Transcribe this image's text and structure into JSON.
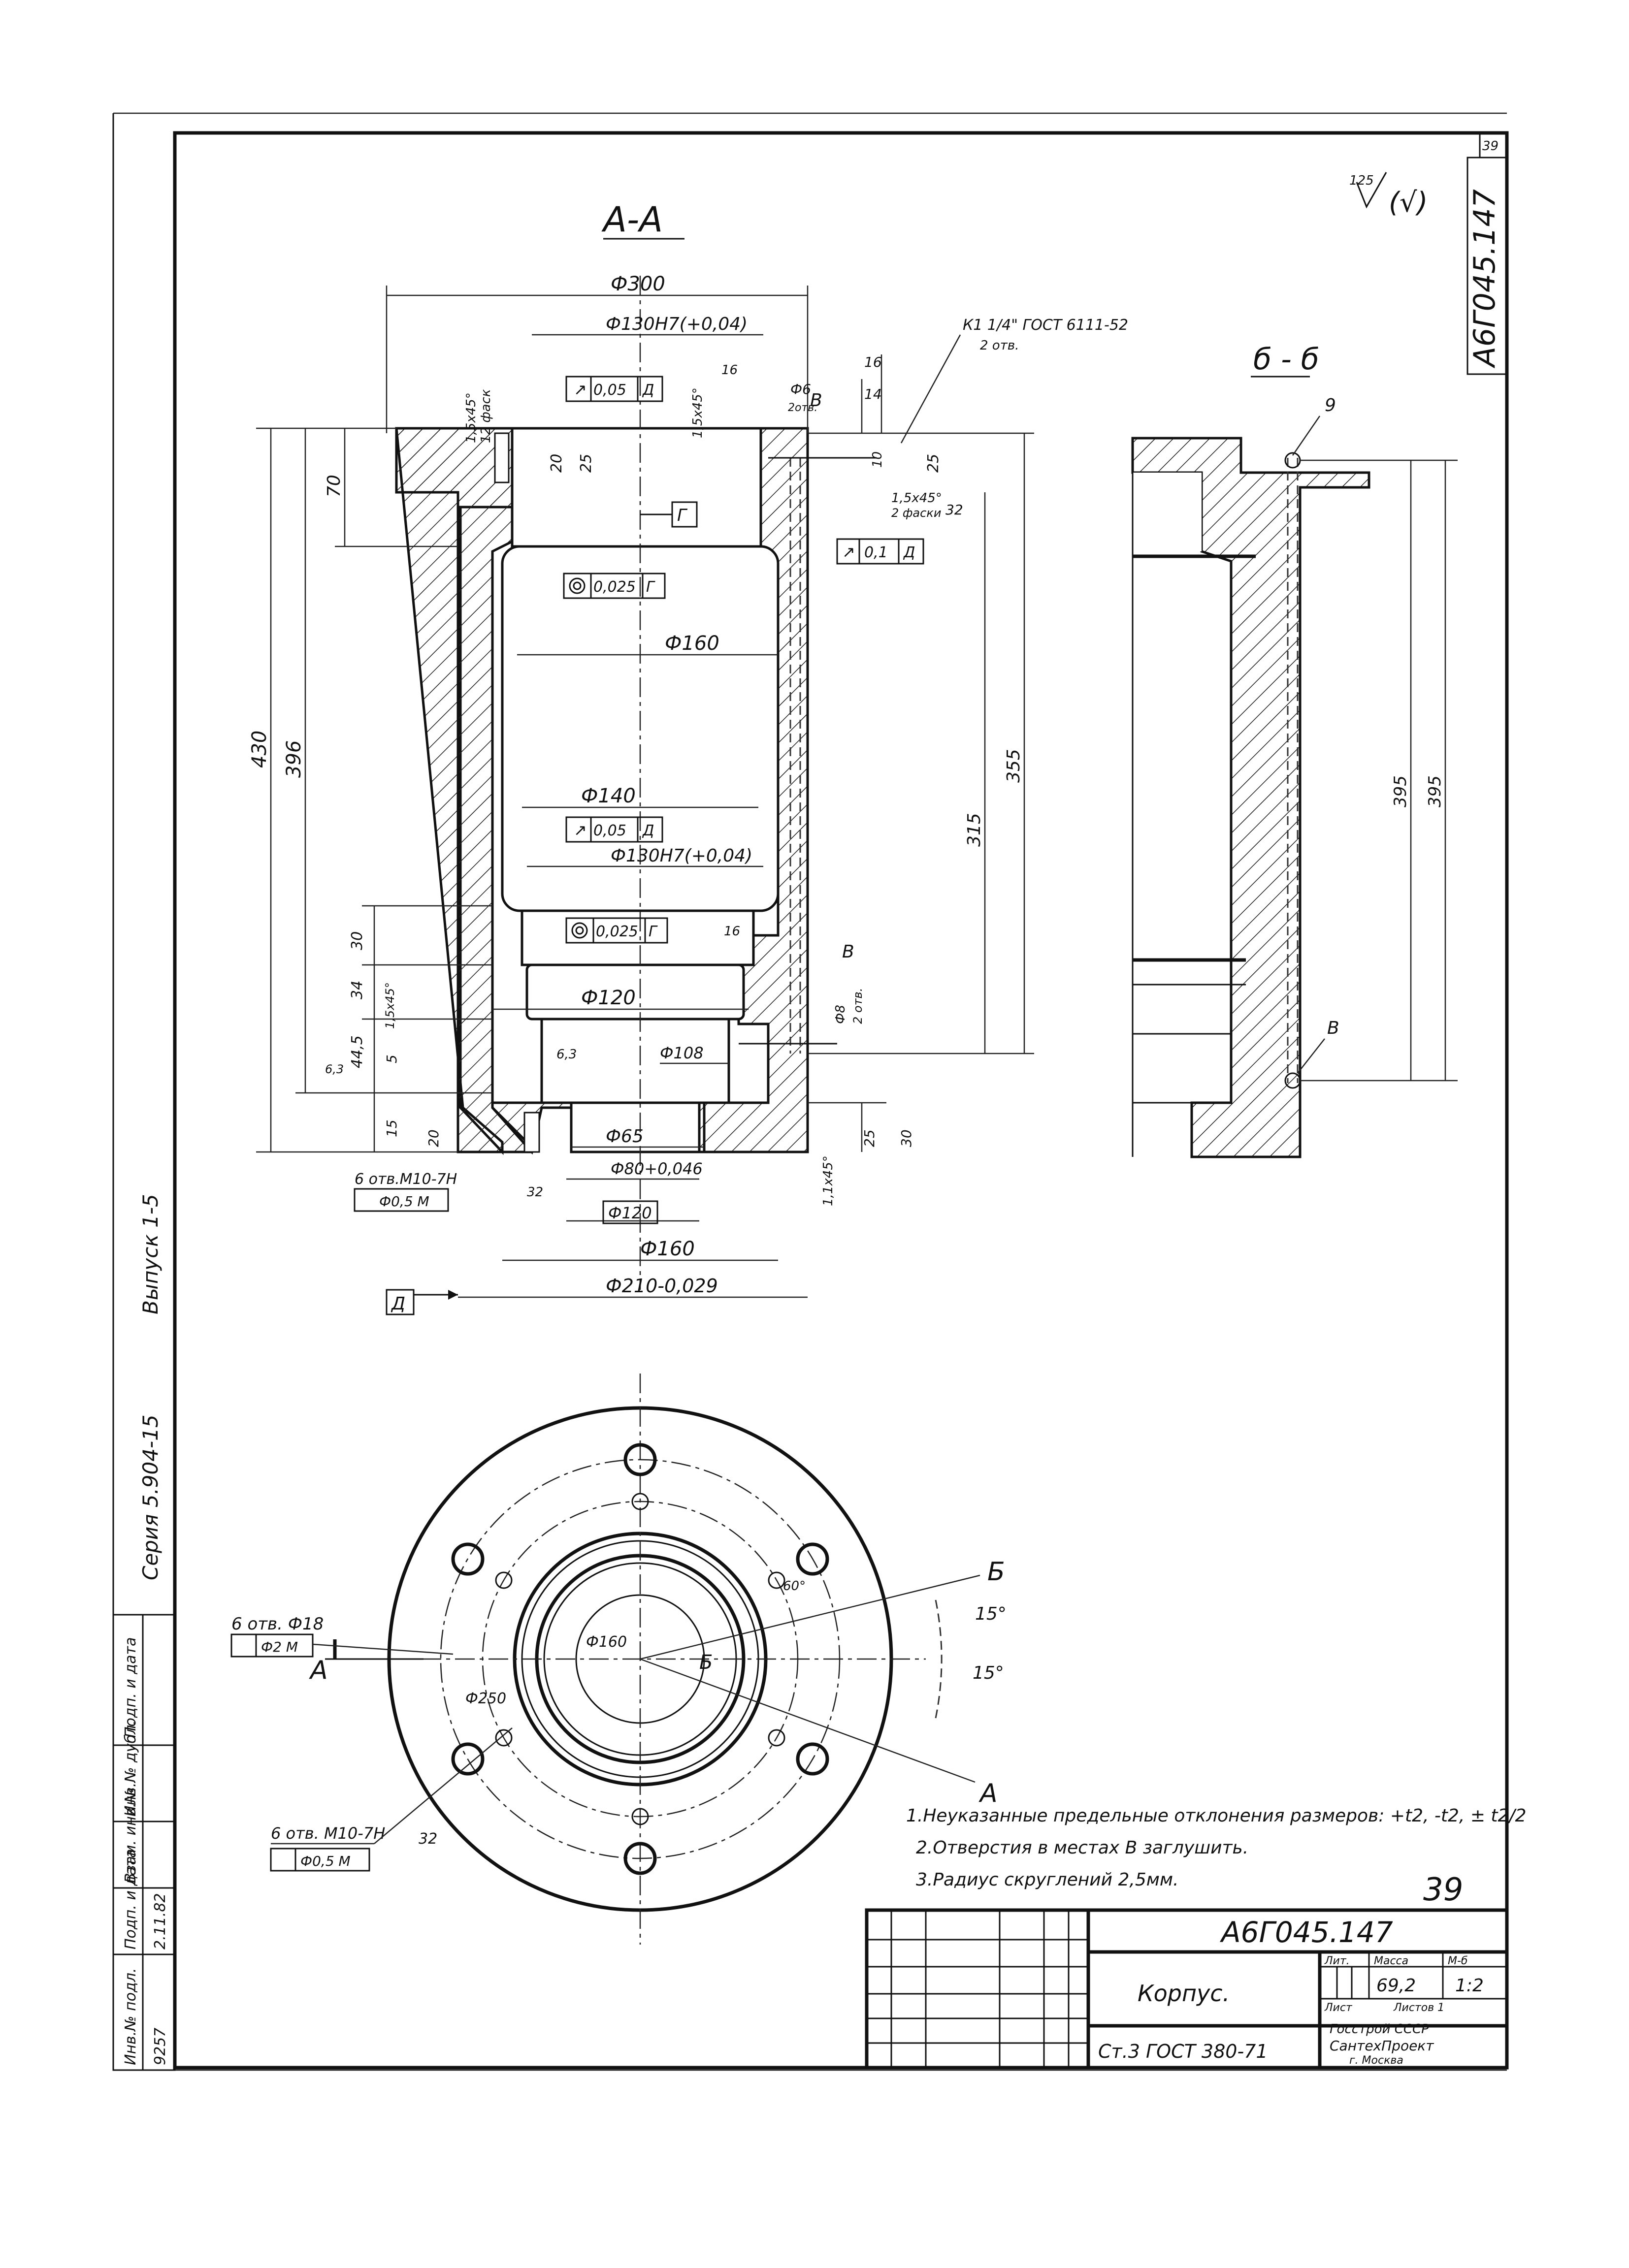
{
  "sheet": {
    "page_number": "39",
    "corner_number": "39",
    "roughness_general": "(√)",
    "roughness_general_value": "125",
    "vertical_code": "А6Г045.147",
    "series": "Серия 5.904-15",
    "issue": "Выпуск 1-5"
  },
  "views": {
    "section_aa": "А-А",
    "section_bb": "б - б",
    "cut_a": "А",
    "cut_b": "Б",
    "b_mark": "Б"
  },
  "dims_aa": {
    "d300": "Ф300",
    "d130_top": "Ф130Н7(+0,04)",
    "d160_mid": "Ф160",
    "d140": "Ф140",
    "d130_bot": "Ф130Н7(+0,04)",
    "d120": "Ф120",
    "d108": "Ф108",
    "d65": "Ф65",
    "d80": "Ф80+0,046",
    "d120_box": "Ф120",
    "d160_bot": "Ф160",
    "d210": "Ф210-0,029",
    "h430": "430",
    "h396": "396",
    "h70": "70",
    "h20": "20",
    "h25": "25",
    "h355": "355",
    "h315": "315",
    "h30": "30",
    "h34": "34",
    "h44_5": "44,5",
    "h5": "5",
    "h15": "15",
    "h20b": "20",
    "h25b": "25",
    "h30b": "30",
    "v16": "16",
    "v14": "14",
    "v10": "10",
    "v25r": "25",
    "phi6": "Ф6",
    "two_holes": "2отв.",
    "thread_top": "К1 1/4\" ГОСТ 6111-52",
    "thread_top_holes": "2 отв.",
    "chamfer_left": "1,5х45°",
    "chamfer_left_note": "12 фаск",
    "chamfer_mid": "1,5х45°",
    "chamfer_right": "1,5х45°",
    "chamfer_right_note": "2 фаски",
    "chamfer_lower": "1,5х45°",
    "chamfer_bottom": "1,1х45°",
    "holes_bottom": "6 отв.М10-7Н",
    "tol_bottom": "Ф0,5 М",
    "v_mark": "В",
    "v_holes": "2 отв.",
    "phi8": "Ф8",
    "rough_16": "16",
    "rough_32": "32",
    "rough_63": "6,3",
    "base_d": "Д",
    "base_g": "Г"
  },
  "frames_aa": {
    "runout1": "0,05",
    "runout1_base": "Д",
    "coax1": "0,025",
    "coax1_base": "Г",
    "runout2": "0,05",
    "runout2_base": "Д",
    "coax2": "0,025",
    "coax2_base": "Г",
    "runout3": "0,1",
    "runout3_base": "Д"
  },
  "dims_bb": {
    "h395a": "395",
    "h395b": "395",
    "mark9": "9",
    "mark_b": "В"
  },
  "plan": {
    "holes18": "6 отв. Ф18",
    "tol18": "Ф2 М",
    "holes_m10": "6 отв. М10-7Н",
    "tol_m10": "Ф0,5 М",
    "rough32": "32",
    "d250": "Ф250",
    "d160": "Ф160",
    "angle1": "15°",
    "angle2": "15°",
    "ang60": "60°"
  },
  "notes": [
    "1.Неуказанные предельные отклонения размеров: +t2, -t2, ± t2/2",
    "2.Отверстия в местах В заглушить.",
    "3.Радиус скруглений 2,5мм."
  ],
  "title_block": {
    "code": "А6Г045.147",
    "name": "Корпус.",
    "material": "Ст.3 ГОСТ 380-71",
    "h_lit": "Лит.",
    "h_mass": "Масса",
    "h_scale": "М-б",
    "mass": "69,2",
    "scale": "1:2",
    "sheet_label": "Лист",
    "sheets_label": "Листов 1",
    "org1": "Госстрой СССР",
    "org2": "СантехПроект",
    "org3": "г. Москва"
  },
  "side_stamp": {
    "c1": "Инв.№ подл.",
    "c2": "Подп. и дата",
    "c3": "Взам. инв.№",
    "c4": "Инв.№ дубл.",
    "c5": "Подп. и дата",
    "v1": "9257",
    "v2": "2.11.82"
  }
}
